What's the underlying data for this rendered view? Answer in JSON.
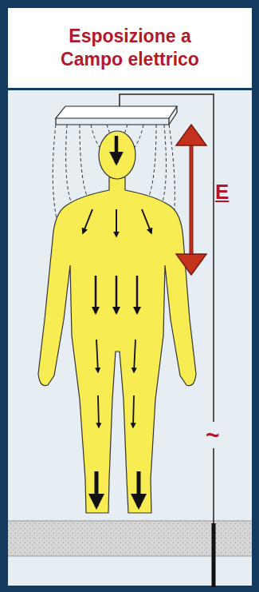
{
  "diagram": {
    "title": "Esposizione a Campo elettrico",
    "labels": [
      "E",
      "~"
    ]
  }
}
